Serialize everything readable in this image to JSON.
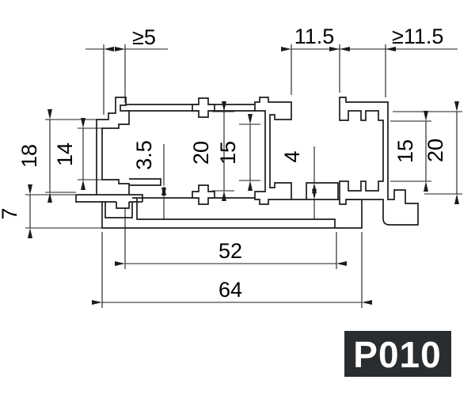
{
  "drawing": {
    "kind": "aluminium profile cross-section, dimensioned engineering drawing",
    "part_code": "P010",
    "line_color": "#1c1c1c",
    "badge_bg": "#2a2d2f",
    "badge_fg": "#ffffff"
  },
  "dims": {
    "top_left_slot": "≥5",
    "top_mid_slot": "11.5",
    "top_right_slot": "≥11.5",
    "left_outer_height": "18",
    "left_inner_height": "14",
    "base_height": "7",
    "left_gap": "3.5",
    "left_channel_outer": "20",
    "left_channel_inner": "15",
    "right_gap": "4",
    "right_channel_inner": "15",
    "right_channel_outer": "20",
    "inner_width": "52",
    "total_width": "64"
  },
  "badge": {
    "code": "P010"
  }
}
